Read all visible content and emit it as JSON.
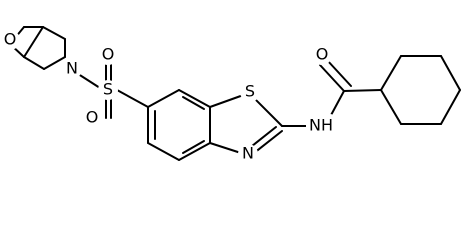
{
  "molecule": {
    "atoms": {
      "o_morpholine": "O",
      "n_morpholine": "N",
      "s_sulfonyl": "S",
      "o_sulfonyl_top": "O",
      "o_sulfonyl_bottom": "O",
      "s_thiazole": "S",
      "n_thiazole": "N",
      "n_amide": "NH",
      "o_carbonyl": "O"
    },
    "colors": {
      "bond": "#000000",
      "text": "#000000",
      "background": "#ffffff"
    }
  }
}
